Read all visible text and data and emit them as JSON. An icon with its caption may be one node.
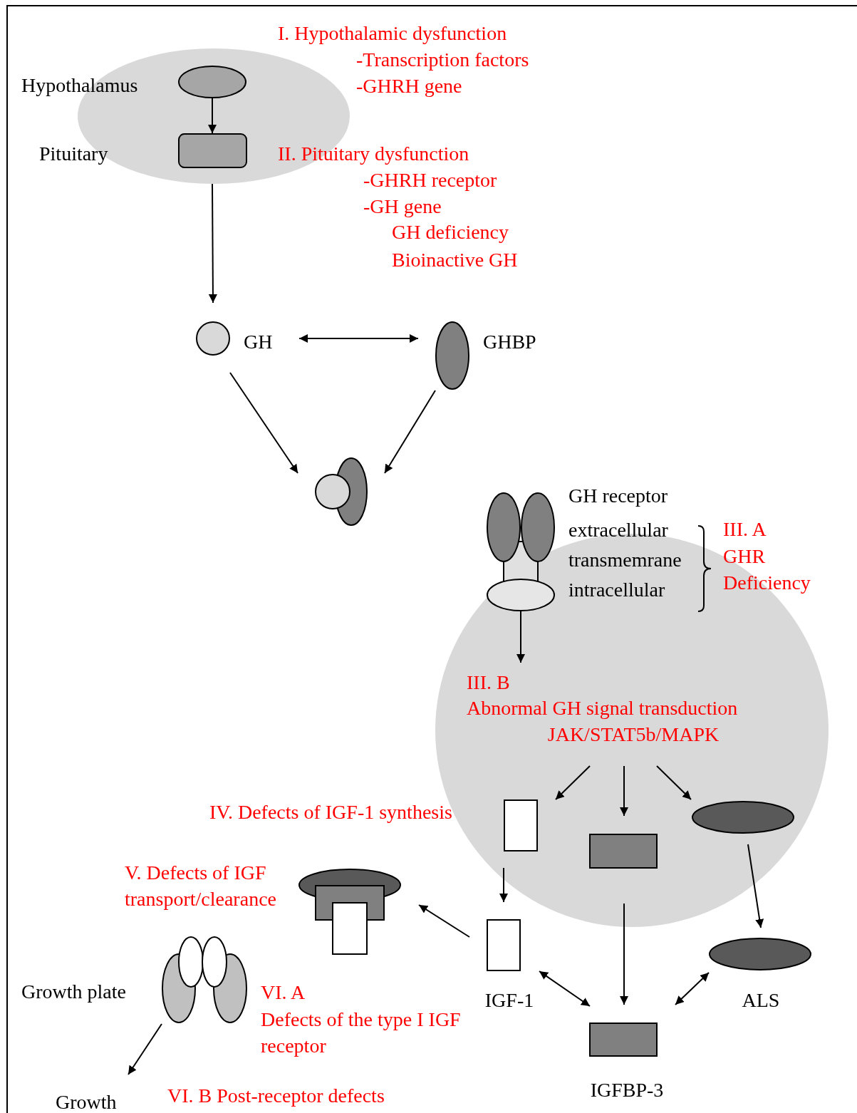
{
  "diagram": {
    "nodes": [
      {
        "text": [],
        "shape": "ellipse"
      },
      {
        "text": [],
        "shape": "ellipse",
        "in": 0,
        "beside": [
          "Hypothalamus"
        ]
      },
      {
        "text": [],
        "shape": "box",
        "in": 0,
        "beside": [
          "Pituitary"
        ]
      },
      {
        "text": [],
        "shape": "circle",
        "beside": [
          "GH"
        ]
      },
      {
        "text": [],
        "shape": "ellipse",
        "beside": [
          "GHBP"
        ]
      },
      {
        "text": [],
        "shape": "complex"
      },
      {
        "text": [],
        "shape": "receptor",
        "beside": [
          "GH receptor",
          "extracellular",
          "transmemrane",
          "intracellular"
        ]
      },
      {
        "text": [],
        "shape": "circle"
      },
      {
        "text": [
          "III. B",
          "Abnormal GH signal transduction",
          "JAK/STAT5b/MAPK"
        ],
        "in": 7
      },
      {
        "text": [],
        "shape": "box",
        "in": 7
      },
      {
        "text": [],
        "shape": "box",
        "in": 7
      },
      {
        "text": [],
        "shape": "ellipse",
        "in": 7
      },
      {
        "text": [],
        "shape": "complex"
      },
      {
        "text": [],
        "shape": "box",
        "beside": [
          "IGF-1"
        ]
      },
      {
        "text": [],
        "shape": "ellipse",
        "beside": [
          "ALS"
        ]
      },
      {
        "text": [],
        "shape": "receptor"
      },
      {
        "text": [
          "Growth plate"
        ]
      },
      {
        "text": [],
        "shape": "box",
        "beside": [
          "IGFBP-3"
        ]
      },
      {
        "text": [
          "Growth"
        ]
      }
    ],
    "edges": [
      {
        "from": 1,
        "to": 2,
        "arrow": "to"
      },
      {
        "from": 2,
        "to": 3,
        "arrow": "to"
      },
      {
        "from": 3,
        "to": 4,
        "arrow": "both"
      },
      {
        "from": 3,
        "to": 5,
        "arrow": "to"
      },
      {
        "from": 4,
        "to": 5,
        "arrow": "to"
      },
      {
        "from": 6,
        "to": 8,
        "arrow": "to"
      },
      {
        "from": 8,
        "to": 9,
        "arrow": "to"
      },
      {
        "from": 8,
        "to": 10,
        "arrow": "to"
      },
      {
        "from": 8,
        "to": 11,
        "arrow": "to"
      },
      {
        "from": 9,
        "to": 13,
        "arrow": "to"
      },
      {
        "from": 10,
        "to": 17,
        "arrow": "to"
      },
      {
        "from": 11,
        "to": 14,
        "arrow": "to"
      },
      {
        "from": 13,
        "to": 12,
        "arrow": "to"
      },
      {
        "from": 13,
        "to": 17,
        "arrow": "both"
      },
      {
        "from": 14,
        "to": 17,
        "arrow": "both"
      },
      {
        "from": 15,
        "to": 18,
        "arrow": "to"
      }
    ],
    "labels": [
      "I. Hypothalamic dysfunction",
      "-Transcription factors",
      "-GHRH gene",
      "II. Pituitary dysfunction",
      "-GHRH receptor",
      "-GH gene",
      "GH deficiency",
      "Bioinactive GH",
      "III. A",
      "GHR Deficiency",
      "IV. Defects of IGF-1 synthesis",
      "V. Defects of IGF transport/clearance",
      "VI. A",
      "Defects of the type I IGF receptor",
      "VI. B Post-receptor defects"
    ]
  }
}
